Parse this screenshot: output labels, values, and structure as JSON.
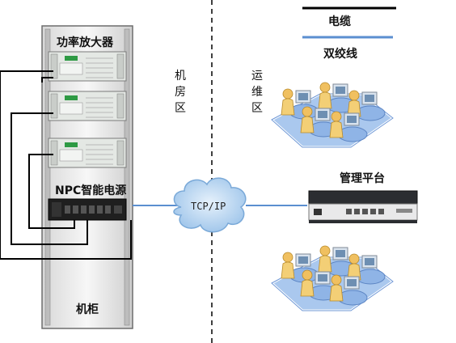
{
  "rack": {
    "amplifier_label": "功率放大器",
    "psu_label": "NPC智能电源",
    "cabinet_label": "机柜"
  },
  "zones": {
    "machine_room": [
      "机",
      "房",
      "区"
    ],
    "operations": [
      "运",
      "维",
      "区"
    ]
  },
  "network": {
    "label": "TCP/IP"
  },
  "legend": {
    "cable": "电缆",
    "twisted_pair": "双绞线"
  },
  "management": {
    "label": "管理平台"
  },
  "colors": {
    "cable": "#000000",
    "twisted_pair": "#5b8fd0",
    "cloud": "#b9d6f0",
    "desk": "#aac8ee"
  }
}
